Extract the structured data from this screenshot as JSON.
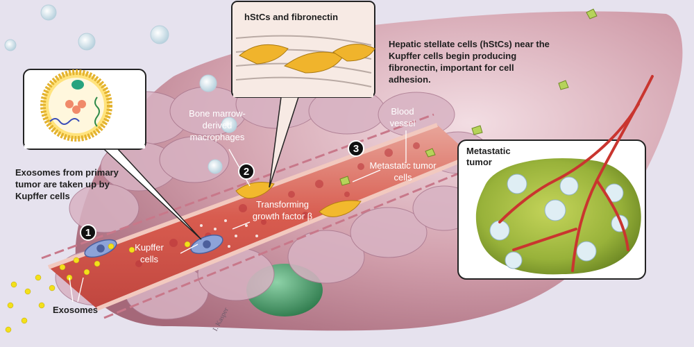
{
  "callouts": {
    "fibronectin_title": "hStCs and fibronectin",
    "metastatic_title": "Metastatic tumor"
  },
  "labels": {
    "hsc_description": "Hepatic stellate cells (hStCs) near the Kupffer cells begin producing fibronectin, important for cell adhesion.",
    "bone_marrow": "Bone marrow-derived macrophages",
    "blood_vessel": "Blood vessel",
    "metastatic_cells": "Metastatic tumor cells",
    "tgf_beta": "Transforming growth factor β",
    "exosomes_uptake": "Exosomes from primary tumor are taken up by Kupffer cells",
    "kupffer": "Kupffer cells",
    "exosomes": "Exosomes"
  },
  "steps": [
    "1",
    "2",
    "3"
  ],
  "signature": "I. Kasper"
}
